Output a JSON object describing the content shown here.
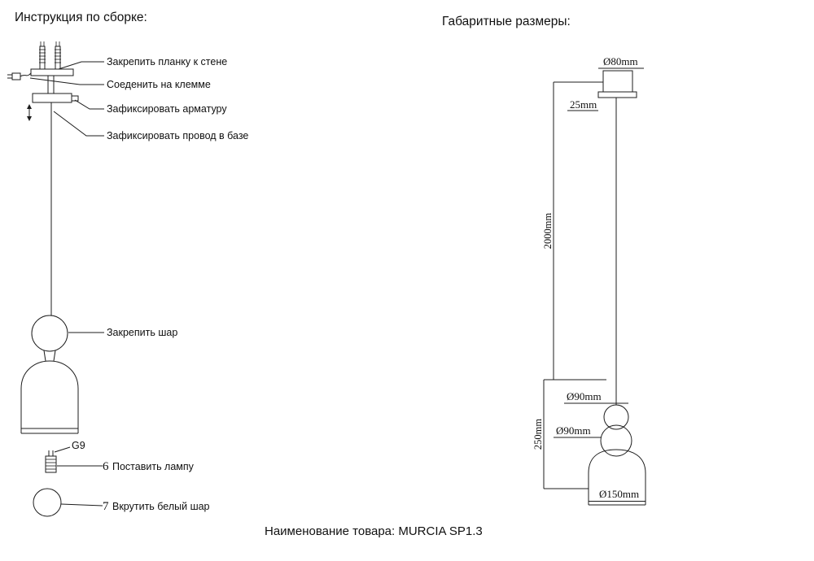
{
  "page": {
    "title_assembly": "Инструкция по сборке:",
    "title_dimensions": "Габаритные размеры:",
    "product_caption": "Наименование товара: MURCIA SP1.3"
  },
  "assembly": {
    "callouts": [
      {
        "label": "Закрепить планку к стене"
      },
      {
        "label": "Соеденить на клемме"
      },
      {
        "label": "Зафиксировать арматуру"
      },
      {
        "label": "Зафиксировать провод в базе"
      },
      {
        "label": "Закрепить шар"
      }
    ],
    "socket_label": "G9",
    "steps": [
      {
        "number": "6",
        "label": "Поставить лампу"
      },
      {
        "number": "7",
        "label": "Вкрутить белый шар"
      }
    ]
  },
  "dimensions": {
    "canopy_diameter": "Ø80mm",
    "canopy_height": "25mm",
    "cable_length": "2000mm",
    "upper_ball_diameter": "Ø90mm",
    "lower_ball_diameter": "Ø90mm",
    "shade_height": "250mm",
    "shade_diameter": "Ø150mm"
  }
}
